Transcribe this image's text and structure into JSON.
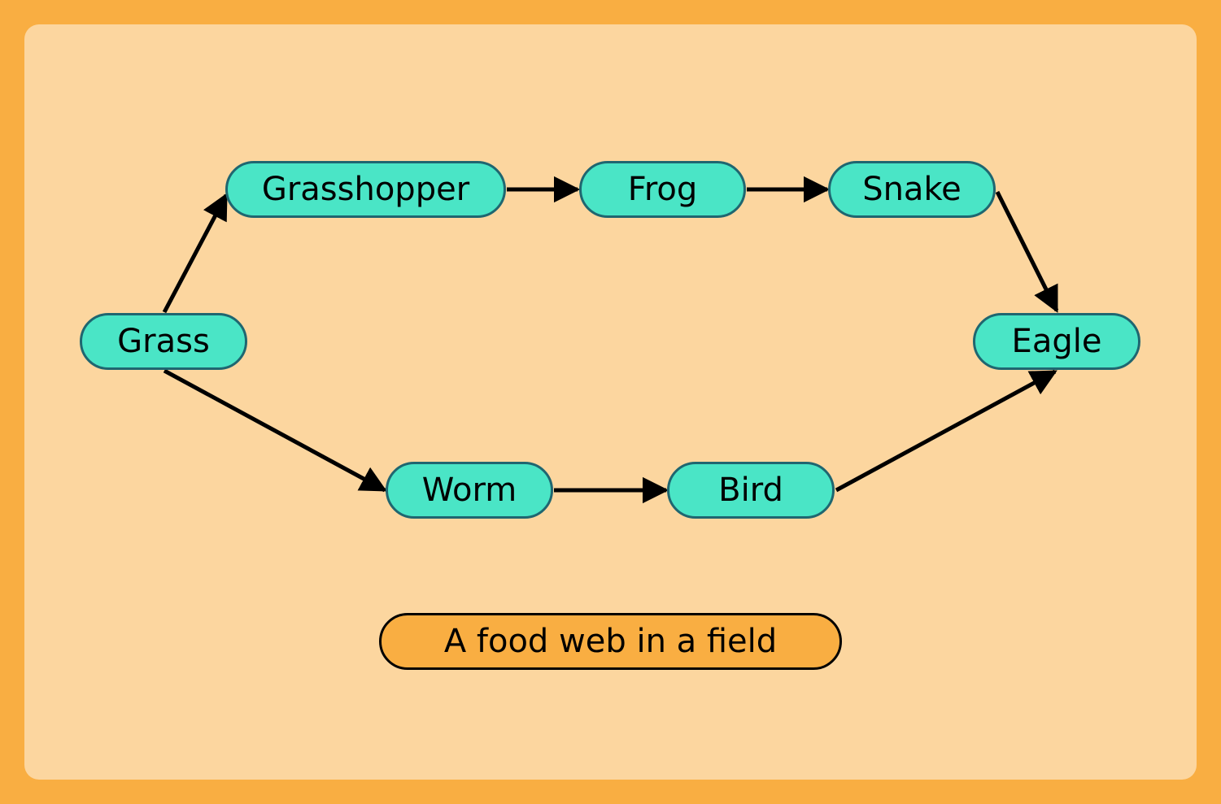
{
  "diagram": {
    "type": "food-web",
    "nodes": {
      "grass": "Grass",
      "grasshopper": "Grasshopper",
      "frog": "Frog",
      "snake": "Snake",
      "eagle": "Eagle",
      "worm": "Worm",
      "bird": "Bird"
    },
    "edges": [
      [
        "Grass",
        "Grasshopper"
      ],
      [
        "Grasshopper",
        "Frog"
      ],
      [
        "Frog",
        "Snake"
      ],
      [
        "Snake",
        "Eagle"
      ],
      [
        "Grass",
        "Worm"
      ],
      [
        "Worm",
        "Bird"
      ],
      [
        "Bird",
        "Eagle"
      ]
    ],
    "caption": "A food web in a field"
  },
  "colors": {
    "frame": "#F9AE42",
    "background": "#FCD69F",
    "node_fill": "#4AE5C6",
    "node_border": "#1F6670"
  }
}
